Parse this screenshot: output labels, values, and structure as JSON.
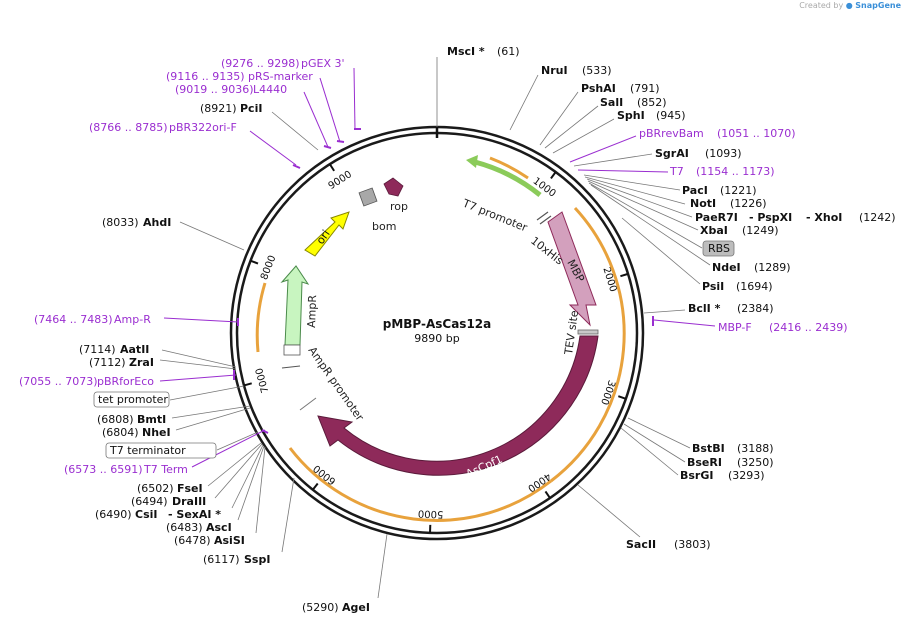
{
  "credit": {
    "prefix": "Created by",
    "brand": "SnapGene"
  },
  "plasmid": {
    "name": "pMBP-AsCas12a",
    "size": "9890 bp"
  },
  "scale_ticks": [
    "1000",
    "2000",
    "3000",
    "4000",
    "5000",
    "6000",
    "7000",
    "8000",
    "9000"
  ],
  "features": {
    "t7_promoter": "T7 promoter",
    "his_tag": "10xHis",
    "mbp": "MBP",
    "tev_site": "TEV site",
    "ascpf1": "AsCpf1",
    "ampr": "AmpR",
    "ampr_promoter": "AmpR promoter",
    "ori": "ori",
    "bom": "bom",
    "rop": "rop"
  },
  "sites": {
    "msci": {
      "name": "MscI *",
      "pos": "(61)"
    },
    "nrui": {
      "name": "NruI",
      "pos": "(533)"
    },
    "pshai": {
      "name": "PshAI",
      "pos": "(791)"
    },
    "sali": {
      "name": "SalI",
      "pos": "(852)"
    },
    "sphi": {
      "name": "SphI",
      "pos": "(945)"
    },
    "pbrrevbam": {
      "name": "pBRrevBam",
      "pos": "(1051 .. 1070)"
    },
    "sgrai": {
      "name": "SgrAI",
      "pos": "(1093)"
    },
    "t7": {
      "name": "T7",
      "pos": "(1154 .. 1173)"
    },
    "paci": {
      "name": "PacI",
      "pos": "(1221)"
    },
    "noti": {
      "name": "NotI",
      "pos": "(1226)"
    },
    "paer7i": {
      "name": "PaeR7I",
      "sep1": "- PspXI",
      "sep2": "- XhoI",
      "pos": "(1242)"
    },
    "xbai": {
      "name": "XbaI",
      "pos": "(1249)"
    },
    "rbs": {
      "name": "RBS"
    },
    "ndei": {
      "name": "NdeI",
      "pos": "(1289)"
    },
    "psii": {
      "name": "PsiI",
      "pos": "(1694)"
    },
    "bcli": {
      "name": "BclI *",
      "pos": "(2384)"
    },
    "mbpf": {
      "name": "MBP-F",
      "pos": "(2416 .. 2439)"
    },
    "bstbi": {
      "name": "BstBI",
      "pos": "(3188)"
    },
    "bseri": {
      "name": "BseRI",
      "pos": "(3250)"
    },
    "bsrgi": {
      "name": "BsrGI",
      "pos": "(3293)"
    },
    "sacii": {
      "name": "SacII",
      "pos": "(3803)"
    },
    "agei": {
      "name": "AgeI",
      "pos": "(5290)"
    },
    "sspi": {
      "name": "SspI",
      "pos": "(6117)"
    },
    "asisi": {
      "name": "AsiSI",
      "pos": "(6478)"
    },
    "asci": {
      "name": "AscI",
      "pos": "(6483)"
    },
    "csii": {
      "name": "CsiI",
      "sep": "- SexAI *",
      "pos": "(6490)"
    },
    "draiii": {
      "name": "DraIII",
      "pos": "(6494)"
    },
    "fsei": {
      "name": "FseI",
      "pos": "(6502)"
    },
    "t7term": {
      "name": "T7 Term",
      "pos": "(6573 .. 6591)"
    },
    "t7terminator": {
      "name": "T7 terminator"
    },
    "nhei": {
      "name": "NheI",
      "pos": "(6804)"
    },
    "bmti": {
      "name": "BmtI",
      "pos": "(6808)"
    },
    "tetpromoter": {
      "name": "tet promoter"
    },
    "pbrforeco": {
      "name": "pBRforEco",
      "pos": "(7055 .. 7073)"
    },
    "zrai": {
      "name": "ZraI",
      "pos": "(7112)"
    },
    "aatii": {
      "name": "AatII",
      "pos": "(7114)"
    },
    "ampr_primer": {
      "name": "Amp-R",
      "pos": "(7464 .. 7483)"
    },
    "ahdi": {
      "name": "AhdI",
      "pos": "(8033)"
    },
    "pbr322ori": {
      "name": "pBR322ori-F",
      "pos": "(8766 .. 8785)"
    },
    "pcii": {
      "name": "PciI",
      "pos": "(8921)"
    },
    "l4440": {
      "name": "L4440",
      "pos": "(9019 .. 9036)"
    },
    "prsmarker": {
      "name": "pRS-marker",
      "pos": "(9116 .. 9135)"
    },
    "pgex3": {
      "name": "pGEX 3'",
      "pos": "(9276 .. 9298)"
    }
  },
  "colors": {
    "backbone": "#1a1a1a",
    "ascpf1": "#8e2a5a",
    "mbp": "#d3a0bd",
    "ampr": "#c8f5c0",
    "ori": "#ffff00",
    "rop": "#8e2a5a",
    "bom": "#a8a8a8",
    "orf": "#e8a23c",
    "t7_promoter": "#8bcb5a",
    "primer": "#9a2ed0"
  }
}
